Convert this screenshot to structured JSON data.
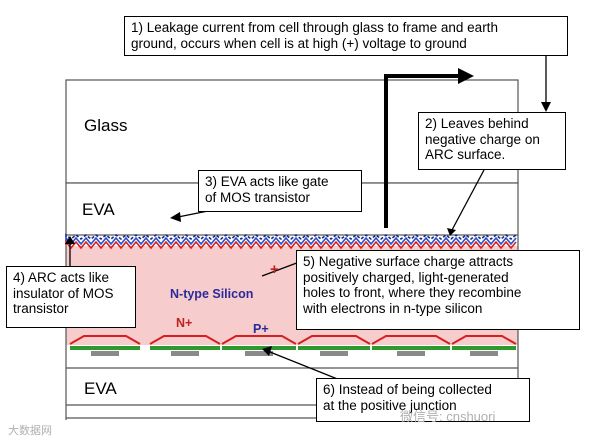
{
  "layers": {
    "glass": "Glass",
    "eva_top": "EVA",
    "eva_bottom": "EVA",
    "silicon": "N-type Silicon",
    "n_plus": "N+",
    "p_plus": "P+",
    "plus_sign": "+"
  },
  "callouts": [
    {
      "id": "c1",
      "text": "1) Leakage current from cell through glass to frame and earth\nground, occurs when cell is at high (+) voltage to ground"
    },
    {
      "id": "c2",
      "text": "2) Leaves behind\nnegative charge on\nARC surface."
    },
    {
      "id": "c3",
      "text": "3) EVA acts like gate\nof MOS transistor"
    },
    {
      "id": "c4",
      "text": "4) ARC acts like\ninsulator of MOS\ntransistor"
    },
    {
      "id": "c5",
      "text": "5) Negative surface charge attracts\npositively charged, light-generated\nholes to front, where they recombine\nwith electrons in n-type silicon"
    },
    {
      "id": "c6",
      "text": "6) Instead of being collected\nat the positive junction"
    }
  ],
  "watermarks": {
    "left": "大数据网",
    "right": "微信号: cnshuori"
  },
  "colors": {
    "silicon_fill": "#f7cccc",
    "arc_blue": "#2a4fd0",
    "arc_red": "#d42020",
    "contact_green": "#2e9a2e",
    "metal_grey": "#8a8a8a"
  }
}
